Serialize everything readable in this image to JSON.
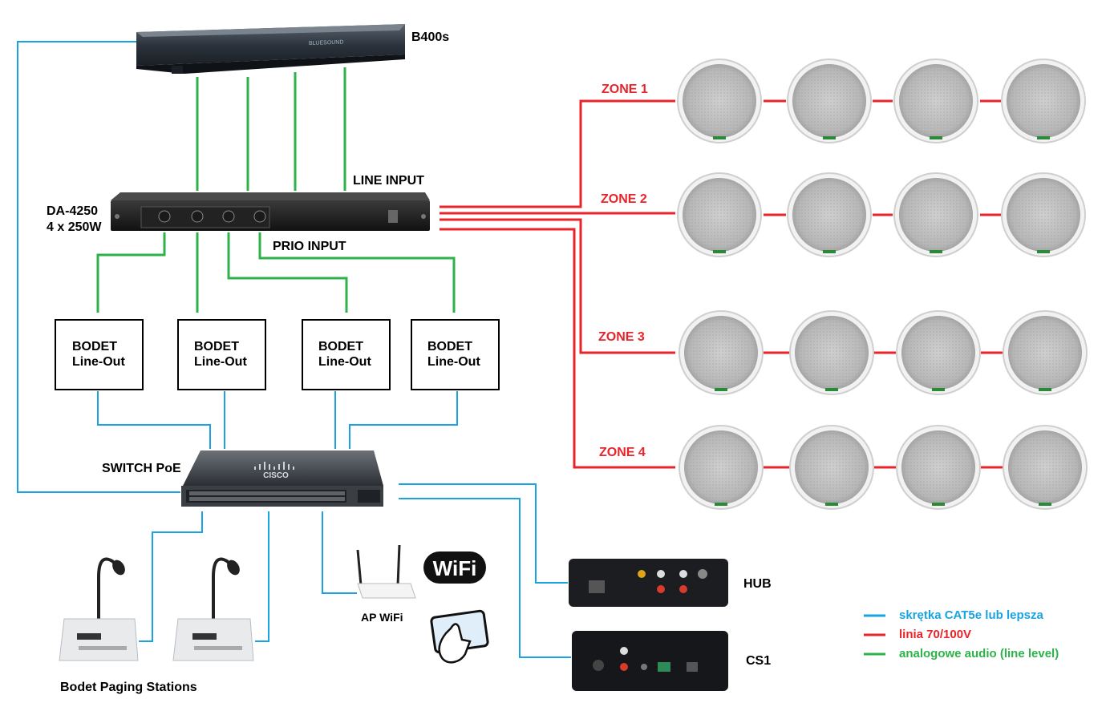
{
  "devices": {
    "b400s": "B400s",
    "b400s_front_text": "BLUESOUND",
    "amp_name": "DA-4250",
    "amp_power": "4 x 250W",
    "line_input": "LINE INPUT",
    "prio_input": "PRIO INPUT",
    "switch": "SWITCH PoE",
    "switch_brand": "CISCO",
    "ap": "AP WiFi",
    "wifi_logo": "WiFi",
    "hub": "HUB",
    "cs1": "CS1",
    "paging": "Bodet Paging Stations"
  },
  "bodet_boxes": [
    {
      "line1": "BODET",
      "line2": "Line-Out"
    },
    {
      "line1": "BODET",
      "line2": "Line-Out"
    },
    {
      "line1": "BODET",
      "line2": "Line-Out"
    },
    {
      "line1": "BODET",
      "line2": "Line-Out"
    }
  ],
  "zones": [
    "ZONE 1",
    "ZONE 2",
    "ZONE 3",
    "ZONE 4"
  ],
  "speakers_per_zone": 4,
  "legend": [
    {
      "label": "skrętka CAT5e lub lepsza",
      "color": "#1aa3e0"
    },
    {
      "label": "linia 70/100V",
      "color": "#e8242b"
    },
    {
      "label": "analogowe audio (line level)",
      "color": "#2db34a"
    }
  ],
  "colors": {
    "network": "#1aa3e0",
    "speaker_line": "#e8242b",
    "analog": "#2db34a",
    "label_zone": "#e8242b",
    "legend_text_blue": "#1aa3e0",
    "legend_text_red": "#e8242b",
    "legend_text_green": "#2db34a"
  },
  "icons": [
    "b400s-icon",
    "amplifier-icon",
    "switch-icon",
    "ceiling-speaker-icon",
    "router-icon",
    "wifi-icon",
    "tablet-touch-icon",
    "hub-icon",
    "cs1-icon",
    "paging-station-icon"
  ]
}
